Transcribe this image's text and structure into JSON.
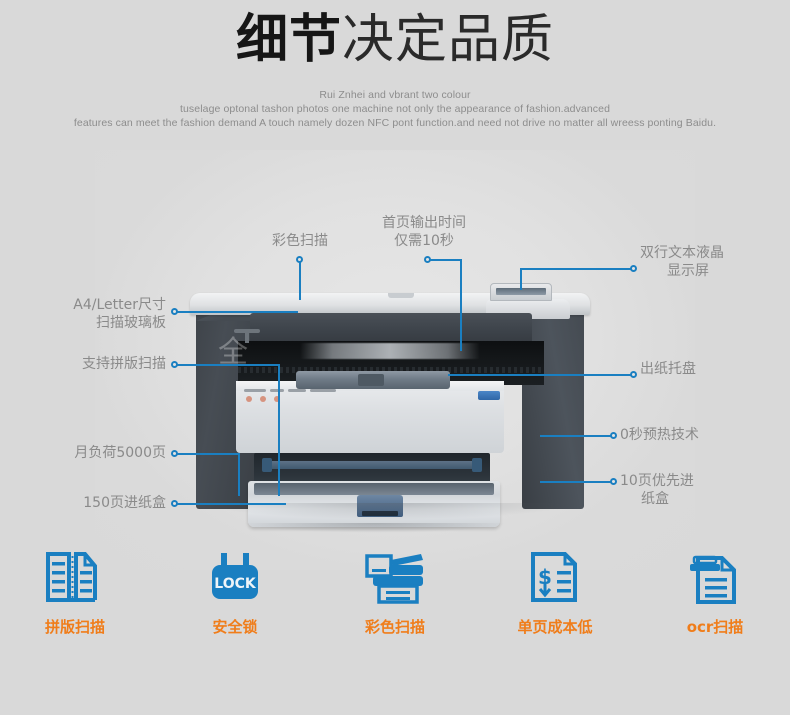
{
  "header": {
    "title_bold": "细节",
    "title_thin": "决定品质",
    "subtitle_line1": "Rui Znhei and vbrant two colour",
    "subtitle_line2": "tuselage optonal tashon photos one machine not only the appearance of fashion.advanced",
    "subtitle_line3": "features can meet the fashion demand A touch namely dozen NFC pont function.and need not drive no matter all wreess ponting Baidu."
  },
  "device": {
    "watermark": "全"
  },
  "callouts": {
    "color_line": "#1a7fc1",
    "color_text": "#8a8a8a",
    "items": [
      {
        "id": "color-scan",
        "label_line1": "彩色扫描",
        "label_line2": ""
      },
      {
        "id": "first-page-time",
        "label_line1": "首页输出时间",
        "label_line2": "仅需10秒"
      },
      {
        "id": "lcd-display",
        "label_line1": "双行文本液晶",
        "label_line2": "显示屏"
      },
      {
        "id": "a4-glass",
        "label_line1": "A4/Letter尺寸",
        "label_line2": "扫描玻璃板"
      },
      {
        "id": "merge-scan",
        "label_line1": "支持拼版扫描",
        "label_line2": ""
      },
      {
        "id": "output-tray",
        "label_line1": "出纸托盘",
        "label_line2": ""
      },
      {
        "id": "monthly-duty",
        "label_line1": "月负荷5000页",
        "label_line2": ""
      },
      {
        "id": "zero-warmup",
        "label_line1": "0秒预热技术",
        "label_line2": ""
      },
      {
        "id": "input-tray-150",
        "label_line1": "150页进纸盒",
        "label_line2": ""
      },
      {
        "id": "priority-tray-10",
        "label_line1": "10页优先进",
        "label_line2": "纸盒"
      }
    ]
  },
  "features": {
    "icon_color": "#1a7fc1",
    "label_color": "#f07d1a",
    "items": [
      {
        "icon": "dual-page-scan-icon",
        "label": "拼版扫描"
      },
      {
        "icon": "security-lock-icon",
        "label": "安全锁",
        "lock_text": "LOCK"
      },
      {
        "icon": "color-scanner-icon",
        "label": "彩色扫描"
      },
      {
        "icon": "low-page-cost-icon",
        "label": "单页成本低"
      },
      {
        "icon": "ocr-scan-icon",
        "label": "ocr扫描"
      }
    ]
  }
}
